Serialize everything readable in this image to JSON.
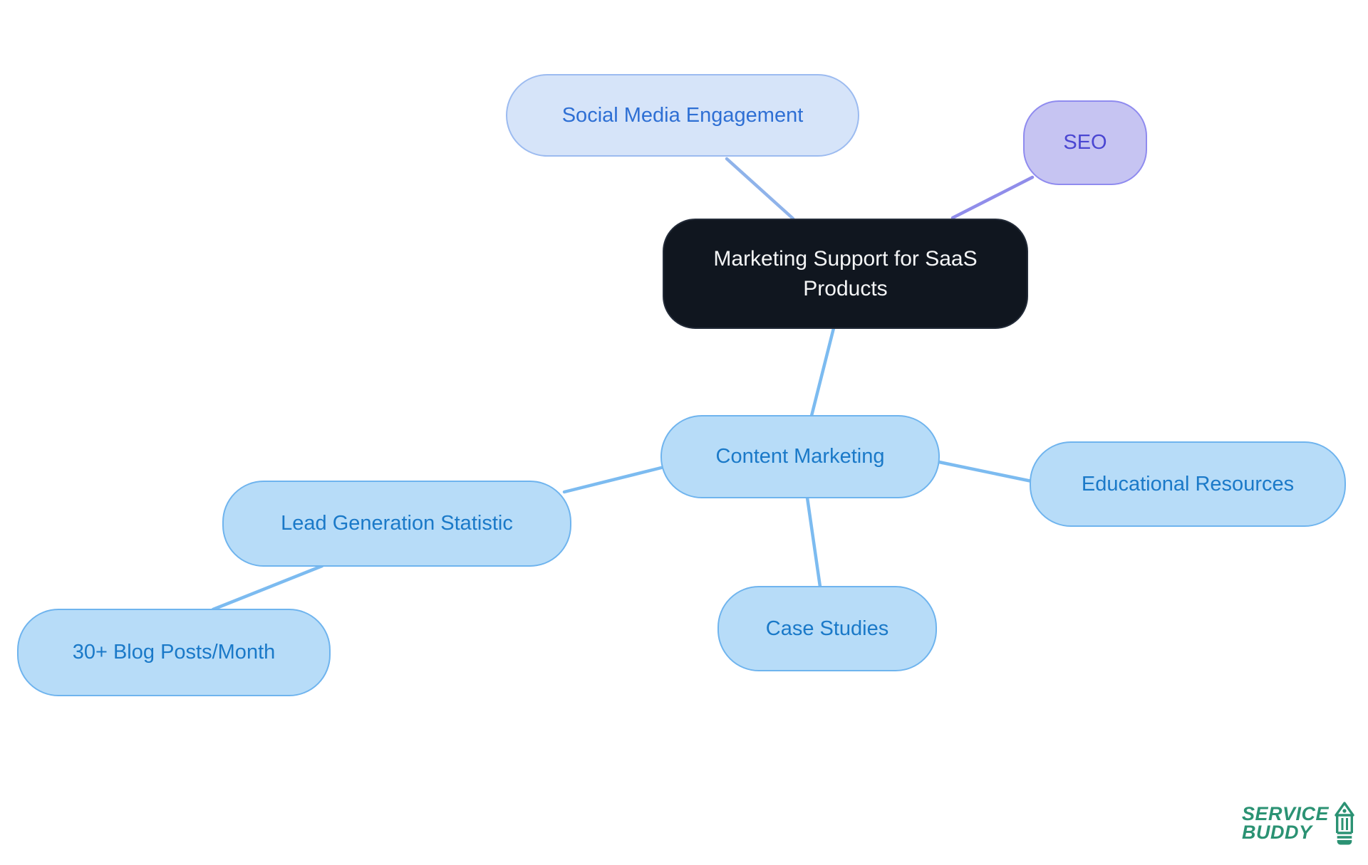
{
  "page": {
    "background": "#ffffff",
    "description": "Mind map: Marketing Support for SaaS Products"
  },
  "mindmap": {
    "central": {
      "label": "Marketing Support for SaaS Products"
    },
    "branches": {
      "social_media": {
        "label": "Social Media Engagement"
      },
      "seo": {
        "label": "SEO"
      },
      "content_marketing": {
        "label": "Content Marketing"
      },
      "educational_resources": {
        "label": "Educational Resources"
      },
      "lead_generation": {
        "label": "Lead Generation Statistic"
      },
      "case_studies": {
        "label": "Case Studies"
      },
      "blog_posts": {
        "label": "30+ Blog Posts/Month"
      }
    },
    "edges": [
      {
        "from": "central",
        "to": "social_media"
      },
      {
        "from": "central",
        "to": "seo"
      },
      {
        "from": "central",
        "to": "content_marketing"
      },
      {
        "from": "content_marketing",
        "to": "educational_resources"
      },
      {
        "from": "content_marketing",
        "to": "lead_generation"
      },
      {
        "from": "content_marketing",
        "to": "case_studies"
      },
      {
        "from": "lead_generation",
        "to": "blog_posts"
      }
    ]
  },
  "colors": {
    "central_bg": "#10161f",
    "central_text": "#f4f5f6",
    "branch_light_bg": "#d6e4f9",
    "branch_light_border": "#9cbbf0",
    "branch_light_text": "#2e6fd4",
    "seo_bg": "#c6c4f2",
    "seo_border": "#8f8bef",
    "seo_text": "#4a46d2",
    "sky_bg": "#b7dcf8",
    "sky_border": "#6fb4ee",
    "sky_text": "#1a79c8",
    "edge_sky": "#7cbbf0",
    "edge_light_blue": "#8fb3ea",
    "edge_purple": "#908dea",
    "logo_green": "#2b9273"
  },
  "branding": {
    "logo_line1": "SERVICE",
    "logo_line2": "BUDDY",
    "logo_icon": "pencil-icon"
  }
}
